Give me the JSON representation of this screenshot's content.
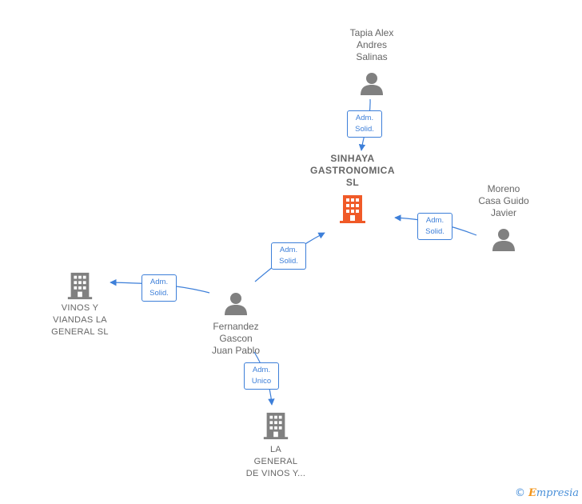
{
  "colors": {
    "edge": "#3d7fd9",
    "person": "#808080",
    "company": "#808080",
    "focal": "#f05a28"
  },
  "nodes": {
    "tapia": {
      "label": "Tapia Alex\nAndres\nSalinas",
      "icon": "person-icon"
    },
    "sinhaya": {
      "label": "SINHAYA\nGASTRONOMICA\nSL",
      "icon": "building-icon"
    },
    "moreno": {
      "label": "Moreno\nCasa Guido\nJavier",
      "icon": "person-icon"
    },
    "fernandez": {
      "label": "Fernandez\nGascon\nJuan Pablo",
      "icon": "person-icon"
    },
    "vinos_viandas": {
      "label": "VINOS Y\nVIANDAS LA\nGENERAL  SL",
      "icon": "building-icon"
    },
    "la_general": {
      "label": "LA\nGENERAL\nDE VINOS Y...",
      "icon": "building-icon"
    }
  },
  "edges": [
    {
      "from": "tapia",
      "to": "sinhaya",
      "label": "Adm.\nSolid."
    },
    {
      "from": "moreno",
      "to": "sinhaya",
      "label": "Adm.\nSolid."
    },
    {
      "from": "fernandez",
      "to": "sinhaya",
      "label": "Adm.\nSolid."
    },
    {
      "from": "fernandez",
      "to": "vinos_viandas",
      "label": "Adm.\nSolid."
    },
    {
      "from": "fernandez",
      "to": "la_general",
      "label": "Adm.\nUnico"
    }
  ],
  "brand": {
    "copyright": "©",
    "name_initial": "E",
    "name_rest": "mpresia"
  }
}
